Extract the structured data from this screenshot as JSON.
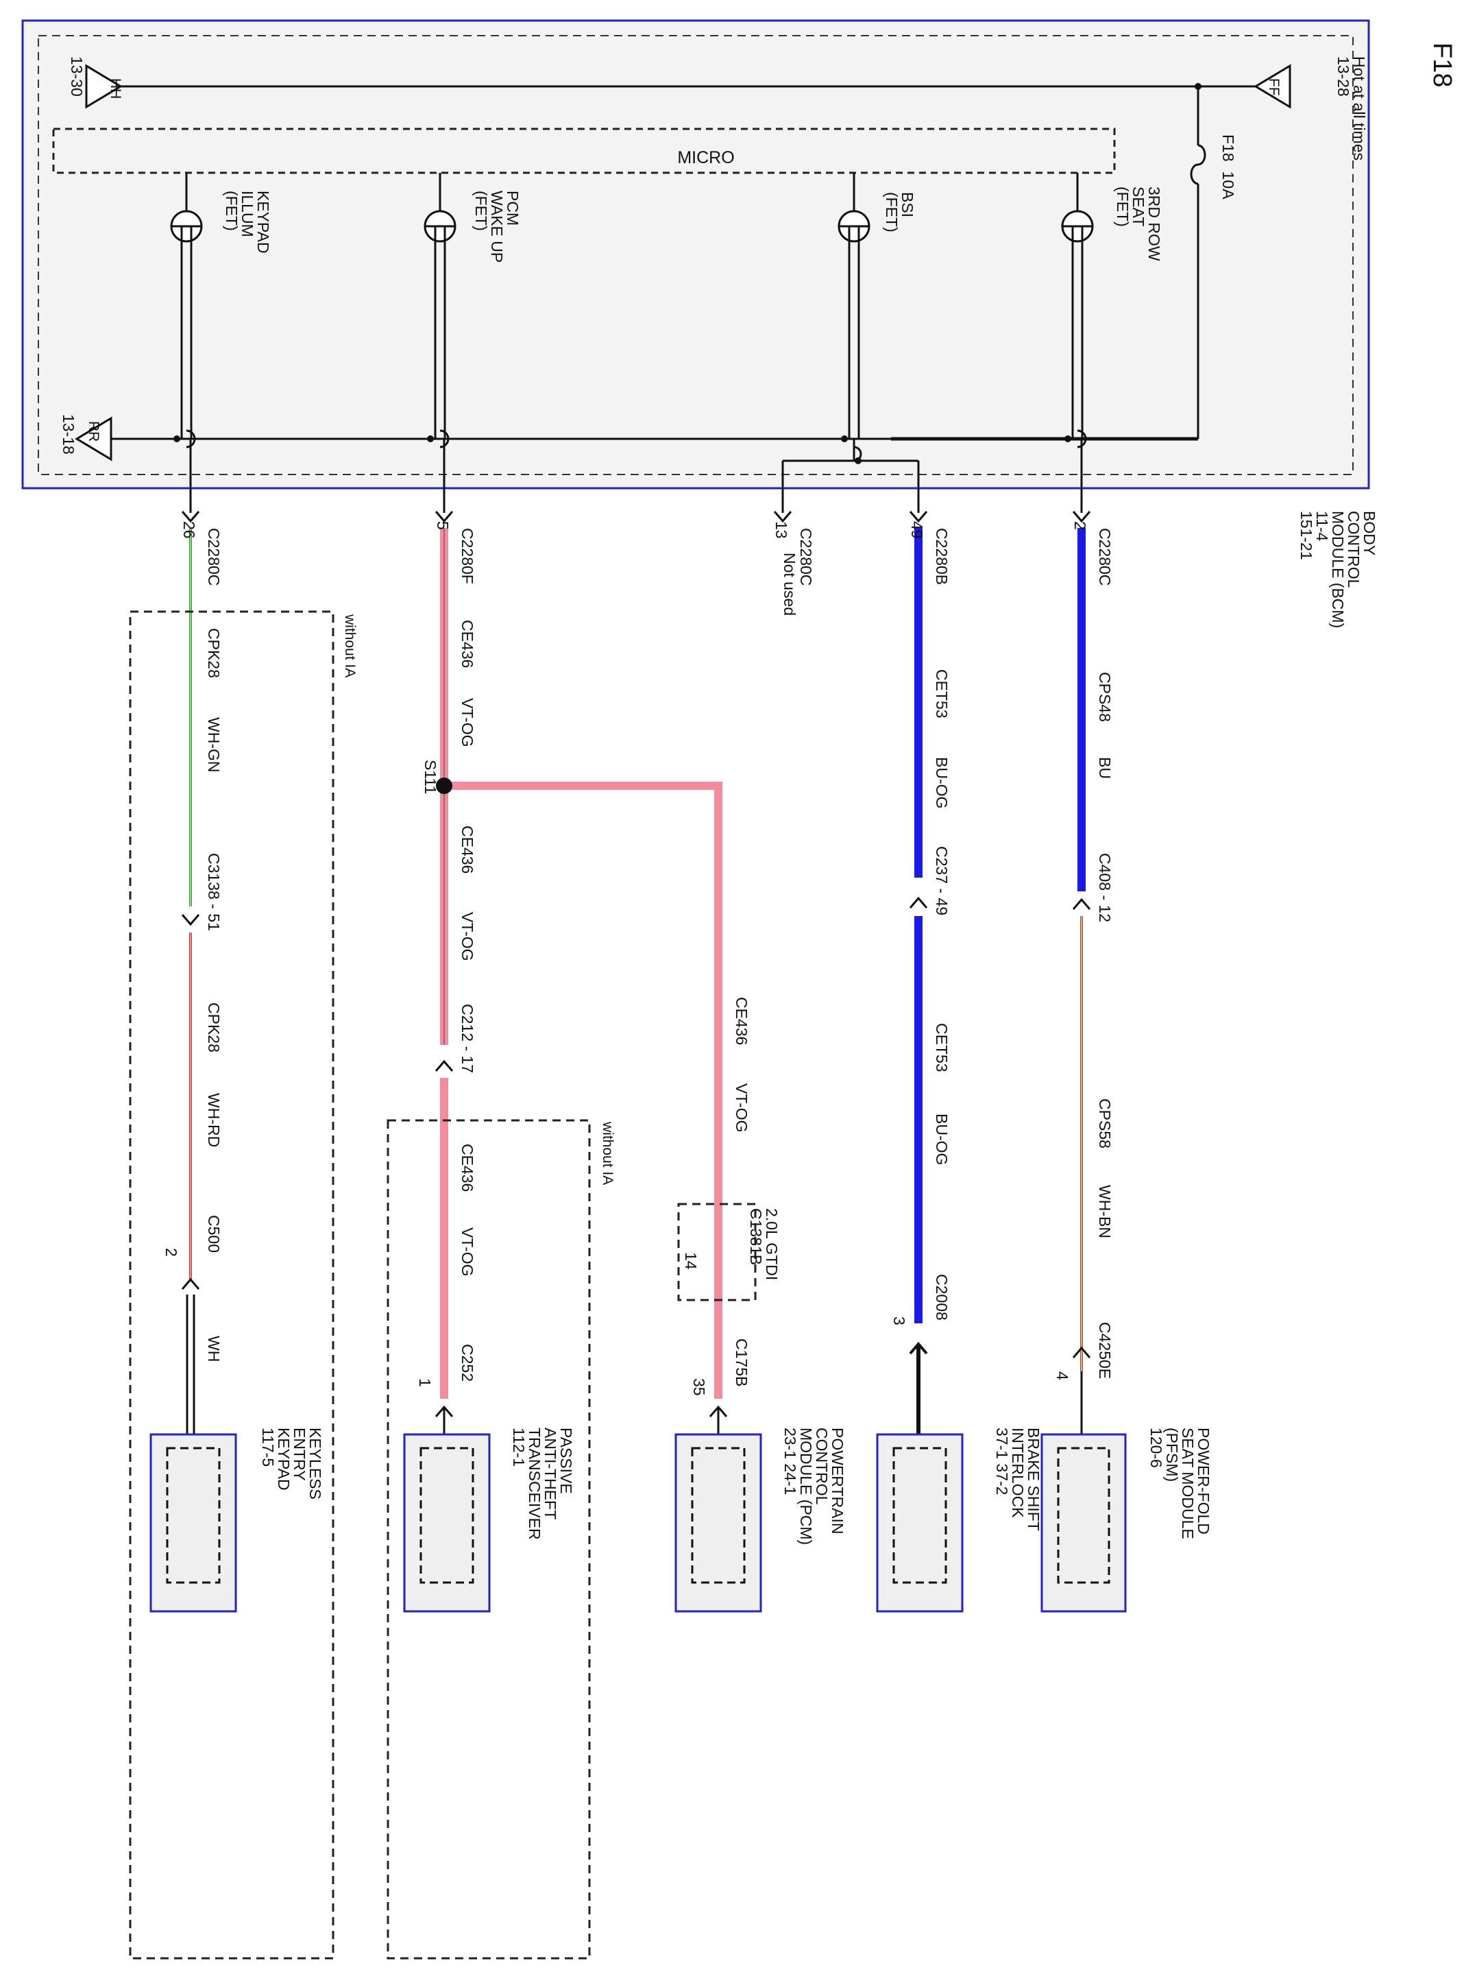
{
  "page_id": "F18",
  "bcm": {
    "name_lines": [
      "BODY",
      "CONTROL",
      "MODULE (BCM)",
      "11-4",
      "151-21"
    ],
    "micro_label": "MICRO",
    "hot_label": "Hot at all times",
    "ff_ref": "13-28",
    "ff_flag": "FF",
    "hh_ref": "13-30",
    "hh_flag": "HH",
    "rr_ref": "13-18",
    "rr_flag": "RR",
    "fuse_label": "F18",
    "fuse_rating": "10A"
  },
  "fets": [
    {
      "label_lines": [
        "3RD ROW",
        "SEAT",
        "(FET)"
      ]
    },
    {
      "label_lines": [
        "BSI",
        "(FET)"
      ]
    },
    {
      "label_lines": [
        "PCM",
        "WAKE UP",
        "(FET)"
      ]
    },
    {
      "label_lines": [
        "KEYPAD",
        "ILLUM",
        "(FET)"
      ]
    }
  ],
  "circuits": [
    {
      "bcm_connector": "C2280C",
      "bcm_pin": "2",
      "circuit": "CPS48",
      "color": "BU",
      "wire_hex": "#1a1ae6",
      "inline_connector": "C408 - 12",
      "circuit_b": "CPS58",
      "color_b": "WH-BN",
      "wire_b_hex": "#a0522d",
      "end_connector": "C4250E",
      "end_pin": "4",
      "component_lines": [
        "POWER-FOLD",
        "SEAT MODULE",
        "(PFSM)",
        "120-6"
      ]
    },
    {
      "bcm_connector": "C2280B",
      "bcm_pin": "49",
      "circuit": "CET53",
      "color": "BU-OG",
      "wire_hex": "#1a1ae6",
      "inline_connector": "C237 - 49",
      "circuit_b": "CET53",
      "color_b": "BU-OG",
      "wire_b_hex": "#1a1ae6",
      "end_connector": "C2008",
      "end_pin": "3",
      "component_lines": [
        "BRAKE SHIFT",
        "INTERLOCK",
        "37-1   37-2"
      ]
    },
    {
      "bcm_connector": "C2280C",
      "bcm_pin": "13",
      "note": "Not used"
    },
    {
      "bcm_connector": "C2280F",
      "bcm_pin": "5",
      "circuit": "CE436",
      "color": "VT-OG",
      "wire_hex": "#f28c9c",
      "splice": "S111",
      "circuit_b": "CE436",
      "color_b": "VT-OG",
      "inline_connector": "C212 - 17",
      "circuit_c": "CE436",
      "color_c": "VT-OG",
      "end_connector": "C252",
      "end_pin": "1",
      "option_note": "without IA",
      "component_lines": [
        "PASSIVE",
        "ANTI-THEFT",
        "TRANSCEIVER",
        "112-1"
      ]
    },
    {
      "branch_circuit": "CE436",
      "branch_color": "VT-OG",
      "option_connector_lines": [
        "2.0L GTDI",
        "C1381B"
      ],
      "option_pin": "14",
      "end_connector": "C175B",
      "end_pin": "35",
      "component_lines": [
        "POWERTRAIN",
        "CONTROL",
        "MODULE (PCM)",
        "23-1     24-1"
      ]
    },
    {
      "bcm_connector": "C2280C",
      "bcm_pin": "26",
      "circuit": "CPK28",
      "color": "WH-GN",
      "wire_hex": "#2e9e2e",
      "inline_connector": "C3138 - 51",
      "circuit_b": "CPK28",
      "color_b": "WH-RD",
      "wire_b_hex": "#d92b2b",
      "end_connector": "C500",
      "end_pin": "2",
      "end_color": "WH",
      "option_note": "without IA",
      "component_lines": [
        "KEYLESS",
        "ENTRY",
        "KEYPAD",
        "117-5"
      ]
    }
  ],
  "colors": {
    "module_border": "#2323c8",
    "module_fill": "#efefef",
    "blue_wire": "#1a1ae6",
    "pink_wire": "#f28c9c",
    "green_wire": "#2e9e2e",
    "red_wire": "#d92b2b",
    "brown_wire": "#a0522d"
  }
}
